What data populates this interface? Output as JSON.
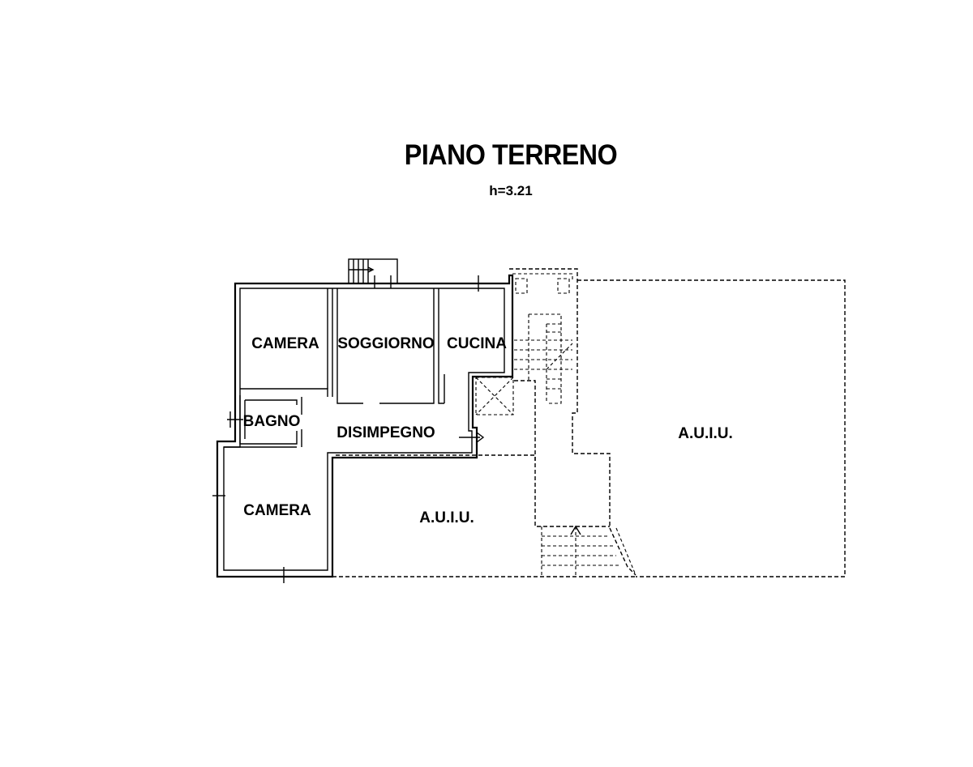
{
  "title": "PIANO TERRENO",
  "height_label": "h=3.21",
  "rooms": {
    "camera_top": "CAMERA",
    "soggiorno": "SOGGIORNO",
    "cucina": "CUCINA",
    "bagno": "BAGNO",
    "disimpegno": "DISIMPEGNO",
    "camera_bottom": "CAMERA",
    "auiu_left": "A.U.I.U.",
    "auiu_right": "A.U.I.U."
  }
}
